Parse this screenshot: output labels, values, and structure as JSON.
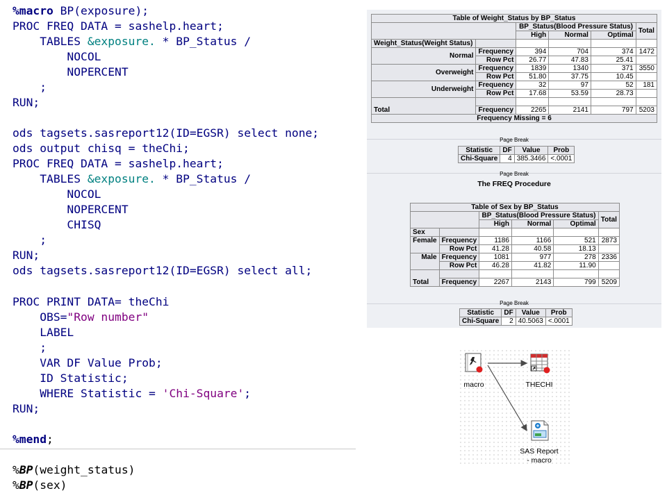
{
  "code_lines": [
    [
      "%macro",
      " BP(exposure);"
    ],
    [
      "PROC FREQ DATA = sashelp.heart;"
    ],
    [
      "    TABLES ",
      "&exposure.",
      " * BP_Status /"
    ],
    [
      "        NOCOL"
    ],
    [
      "        NOPERCENT"
    ],
    [
      "    ;"
    ],
    [
      "RUN;"
    ],
    [
      ""
    ],
    [
      "ods tagsets.sasreport12(ID=EGSR) select none;"
    ],
    [
      "ods output chisq = theChi;"
    ],
    [
      "PROC FREQ DATA = sashelp.heart;"
    ],
    [
      "    TABLES ",
      "&exposure.",
      " * BP_Status /"
    ],
    [
      "        NOCOL"
    ],
    [
      "        NOPERCENT"
    ],
    [
      "        CHISQ"
    ],
    [
      "    ;"
    ],
    [
      "RUN;"
    ],
    [
      "ods tagsets.sasreport12(ID=EGSR) select all;"
    ],
    [
      ""
    ],
    [
      "PROC PRINT DATA= theChi"
    ],
    [
      "    OBS=",
      "\"Row number\""
    ],
    [
      "    LABEL"
    ],
    [
      "    ;"
    ],
    [
      "    VAR DF Value Prob;"
    ],
    [
      "    ID Statistic;"
    ],
    [
      "    WHERE Statistic = ",
      "'Chi-Square'",
      ";"
    ],
    [
      "RUN;"
    ],
    [
      ""
    ],
    [
      "%mend",
      ";"
    ]
  ],
  "calls": [
    [
      "%",
      "BP",
      "(weight_status)"
    ],
    [
      "%",
      "BP",
      "(sex)"
    ]
  ],
  "output": {
    "weight_table": {
      "title": "Table of Weight_Status by BP_Status",
      "col_group": "BP_Status(Blood Pressure Status)",
      "cols": [
        "High",
        "Normal",
        "Optimal",
        "Total"
      ],
      "row_var": "Weight_Status(Weight Status)",
      "rows": [
        {
          "label": "Normal",
          "freq": [
            "394",
            "704",
            "374",
            "1472"
          ],
          "pct": [
            "26.77",
            "47.83",
            "25.41"
          ]
        },
        {
          "label": "Overweight",
          "freq": [
            "1839",
            "1340",
            "371",
            "3550"
          ],
          "pct": [
            "51.80",
            "37.75",
            "10.45"
          ]
        },
        {
          "label": "Underweight",
          "freq": [
            "32",
            "97",
            "52",
            "181"
          ],
          "pct": [
            "17.68",
            "53.59",
            "28.73"
          ]
        }
      ],
      "total_label": "Total",
      "total": [
        "2265",
        "2141",
        "797",
        "5203"
      ],
      "freq_label": "Frequency",
      "pct_label": "Row Pct",
      "missing": "Frequency Missing = 6"
    },
    "page_break": "Page Break",
    "chi1": {
      "headers": [
        "Statistic",
        "DF",
        "Value",
        "Prob"
      ],
      "row": [
        "Chi-Square",
        "4",
        "385.3466",
        "<.0001"
      ]
    },
    "proc_title": "The FREQ Procedure",
    "sex_table": {
      "title": "Table of Sex by BP_Status",
      "col_group": "BP_Status(Blood Pressure Status)",
      "cols": [
        "High",
        "Normal",
        "Optimal",
        "Total"
      ],
      "row_var": "Sex",
      "rows": [
        {
          "label": "Female",
          "freq": [
            "1186",
            "1166",
            "521",
            "2873"
          ],
          "pct": [
            "41.28",
            "40.58",
            "18.13"
          ]
        },
        {
          "label": "Male",
          "freq": [
            "1081",
            "977",
            "278",
            "2336"
          ],
          "pct": [
            "46.28",
            "41.82",
            "11.90"
          ]
        }
      ],
      "total_label": "Total",
      "total": [
        "2267",
        "2143",
        "799",
        "5209"
      ],
      "freq_label": "Frequency",
      "pct_label": "Row Pct"
    },
    "chi2": {
      "headers": [
        "Statistic",
        "DF",
        "Value",
        "Prob"
      ],
      "row": [
        "Chi-Square",
        "2",
        "40.5063",
        "<.0001"
      ]
    }
  },
  "flow": {
    "program_label": "macro",
    "data_label": "THECHI",
    "report_label_1": "SAS Report",
    "report_label_2": "- macro"
  }
}
